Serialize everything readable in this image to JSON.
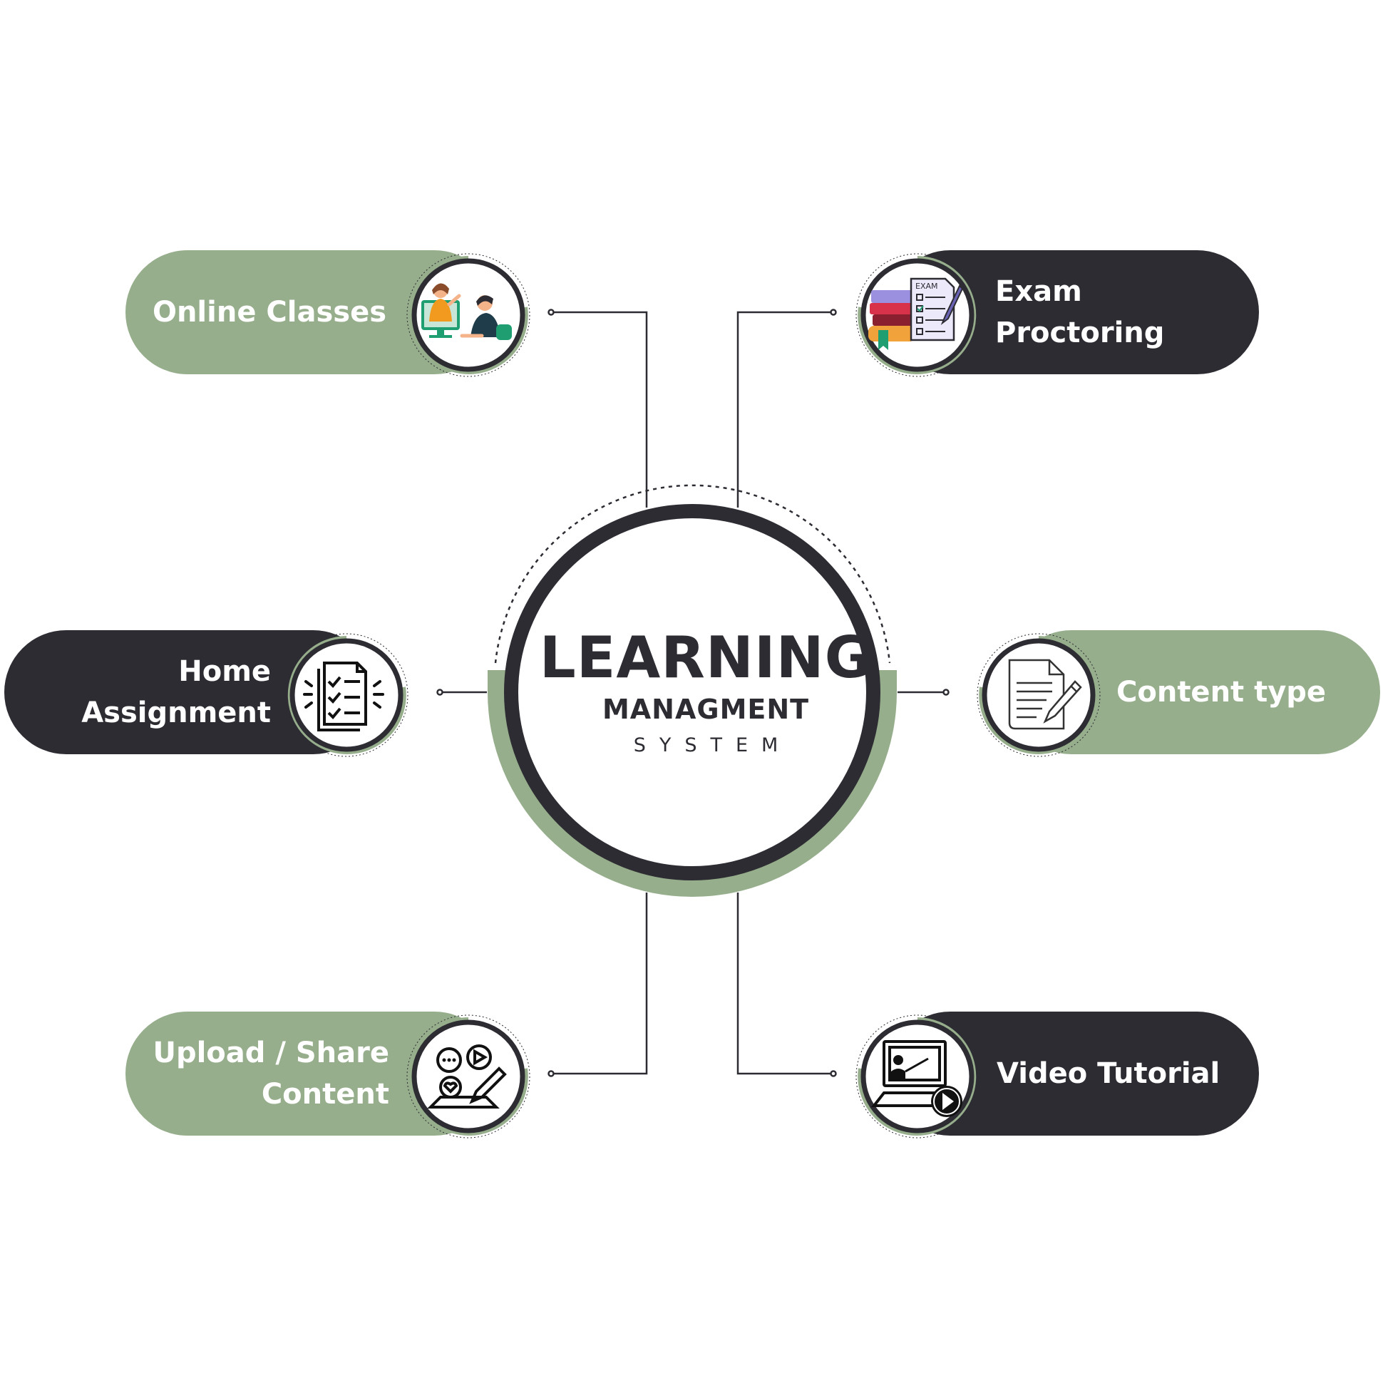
{
  "center": {
    "title": "LEARNING",
    "subtitle": "MANAGMENT",
    "tagline": "SYSTEM"
  },
  "features": {
    "online_classes": {
      "lines": [
        "Online Classes"
      ],
      "icon": "video-conference-icon"
    },
    "exam_proctoring": {
      "lines": [
        "Exam",
        "Proctoring"
      ],
      "icon": "exam-paper-icon"
    },
    "home_assignment": {
      "lines": [
        "Home",
        "Assignment"
      ],
      "icon": "checklist-icon"
    },
    "content_type": {
      "lines": [
        "Content type"
      ],
      "icon": "document-edit-icon"
    },
    "upload_share": {
      "lines": [
        "Upload / Share",
        "Content"
      ],
      "icon": "share-media-icon"
    },
    "video_tutorial": {
      "lines": [
        "Video Tutorial"
      ],
      "icon": "video-presentation-icon"
    }
  },
  "colors": {
    "green": "#96ae8b",
    "dark": "#2d2c33",
    "white": "#ffffff"
  }
}
